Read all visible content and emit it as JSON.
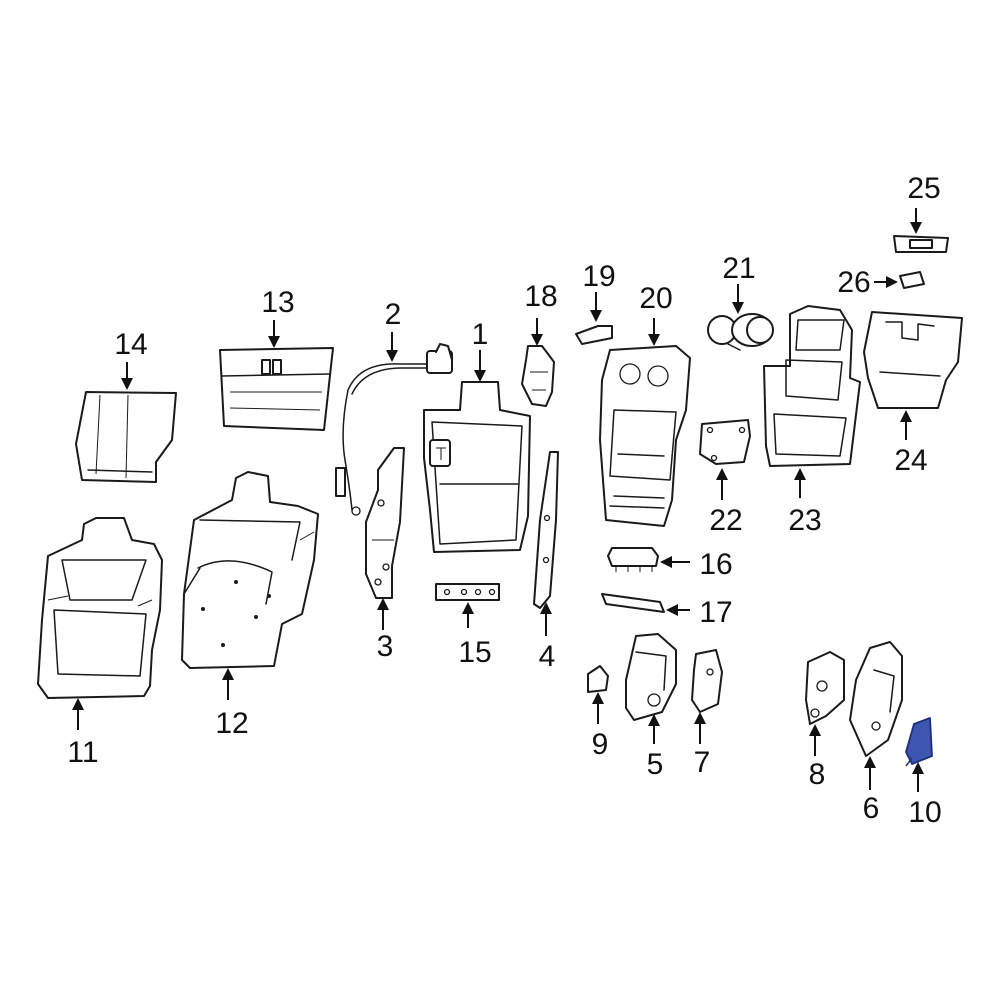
{
  "colors": {
    "line": "#1a1a1a",
    "background": "#ffffff",
    "highlight_fill": "#3f56b0",
    "highlight_stroke": "#1d2f7a"
  },
  "highlighted_part": "10",
  "callouts": {
    "c1": "1",
    "c2": "2",
    "c3": "3",
    "c4": "4",
    "c5": "5",
    "c6": "6",
    "c7": "7",
    "c8": "8",
    "c9": "9",
    "c10": "10",
    "c11": "11",
    "c12": "12",
    "c13": "13",
    "c14": "14",
    "c15": "15",
    "c16": "16",
    "c17": "17",
    "c18": "18",
    "c19": "19",
    "c20": "20",
    "c21": "21",
    "c22": "22",
    "c23": "23",
    "c24": "24",
    "c25": "25",
    "c26": "26"
  }
}
